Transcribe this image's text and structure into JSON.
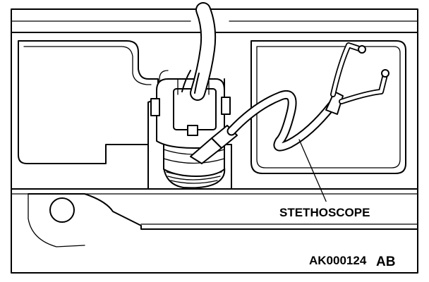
{
  "labels": {
    "callout": "STETHOSCOPE",
    "figure_code": "AK000124",
    "figure_suffix": "AB"
  }
}
